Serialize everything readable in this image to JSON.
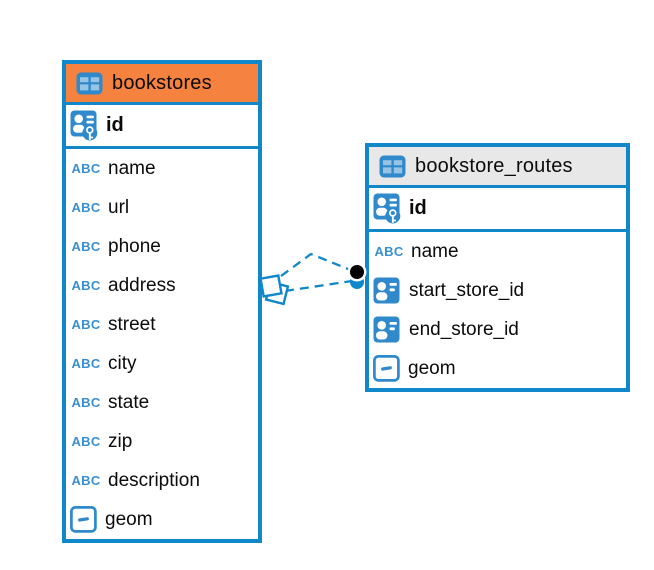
{
  "colors": {
    "accent_blue": "#0f87c8",
    "icon_blue": "#2f89cb",
    "abc_blue": "#3a8fd0",
    "header_orange": "#f5823e",
    "header_gray": "#e8e8e8",
    "text": "#0b0b0b",
    "relation_dot_black": "#000000"
  },
  "tables": [
    {
      "name": "bookstores",
      "header_style": "orange",
      "columns": [
        {
          "name": "id",
          "type": "primary-key"
        },
        {
          "name": "name",
          "type": "text"
        },
        {
          "name": "url",
          "type": "text"
        },
        {
          "name": "phone",
          "type": "text"
        },
        {
          "name": "address",
          "type": "text"
        },
        {
          "name": "street",
          "type": "text"
        },
        {
          "name": "city",
          "type": "text"
        },
        {
          "name": "state",
          "type": "text"
        },
        {
          "name": "zip",
          "type": "text"
        },
        {
          "name": "description",
          "type": "text"
        },
        {
          "name": "geom",
          "type": "geometry"
        }
      ]
    },
    {
      "name": "bookstore_routes",
      "header_style": "gray",
      "columns": [
        {
          "name": "id",
          "type": "primary-key"
        },
        {
          "name": "name",
          "type": "text"
        },
        {
          "name": "start_store_id",
          "type": "foreign-key"
        },
        {
          "name": "end_store_id",
          "type": "foreign-key"
        },
        {
          "name": "geom",
          "type": "geometry"
        }
      ]
    }
  ],
  "relationships": [
    {
      "from": "bookstores",
      "to": "bookstore_routes",
      "line_style": "dashed"
    },
    {
      "from": "bookstores",
      "to": "bookstore_routes",
      "line_style": "dashed"
    }
  ],
  "icons": {
    "table": "table-icon",
    "primary-key": "primary-key-icon",
    "foreign-key": "foreign-key-icon",
    "text": "text-type-icon",
    "geometry": "geometry-type-icon"
  }
}
